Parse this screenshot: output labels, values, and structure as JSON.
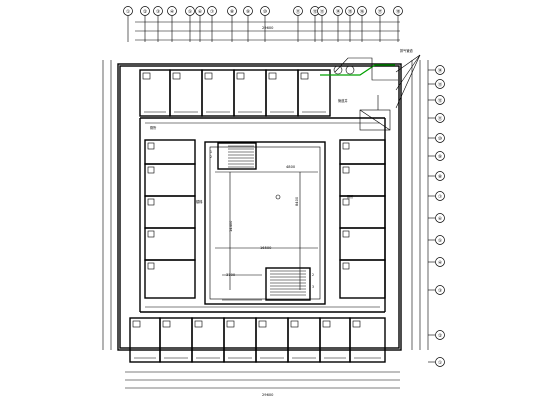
{
  "axes": {
    "top": [
      "①",
      "②",
      "③",
      "④",
      "⑤",
      "⑥",
      "⑦",
      "⑧",
      "⑨",
      "⑩",
      "⑪",
      "⑫",
      "⑬",
      "⑭",
      "⑮",
      "⑯",
      "⑰",
      "⑱"
    ],
    "right": [
      "⑭",
      "⑬",
      "⑫",
      "⑪",
      "⑩",
      "⑨",
      "⑧",
      "⑦",
      "⑥",
      "⑤",
      "④",
      "③",
      "②",
      "①"
    ]
  },
  "dimensions": {
    "overall_top": "29600",
    "overall_bottom": "29600",
    "courtyard_width": "16500",
    "stair_top_label": "4800",
    "stair_bottom_label": "3700",
    "courtyard_height": "14400",
    "inner_center": "8400"
  },
  "labels": {
    "upper_note": "排气管道",
    "upper_note2": "管道井",
    "side_room": "厕所",
    "main_stair": "楼梯"
  },
  "colors": {
    "walls": "#000000",
    "pipe": "#00a000"
  }
}
